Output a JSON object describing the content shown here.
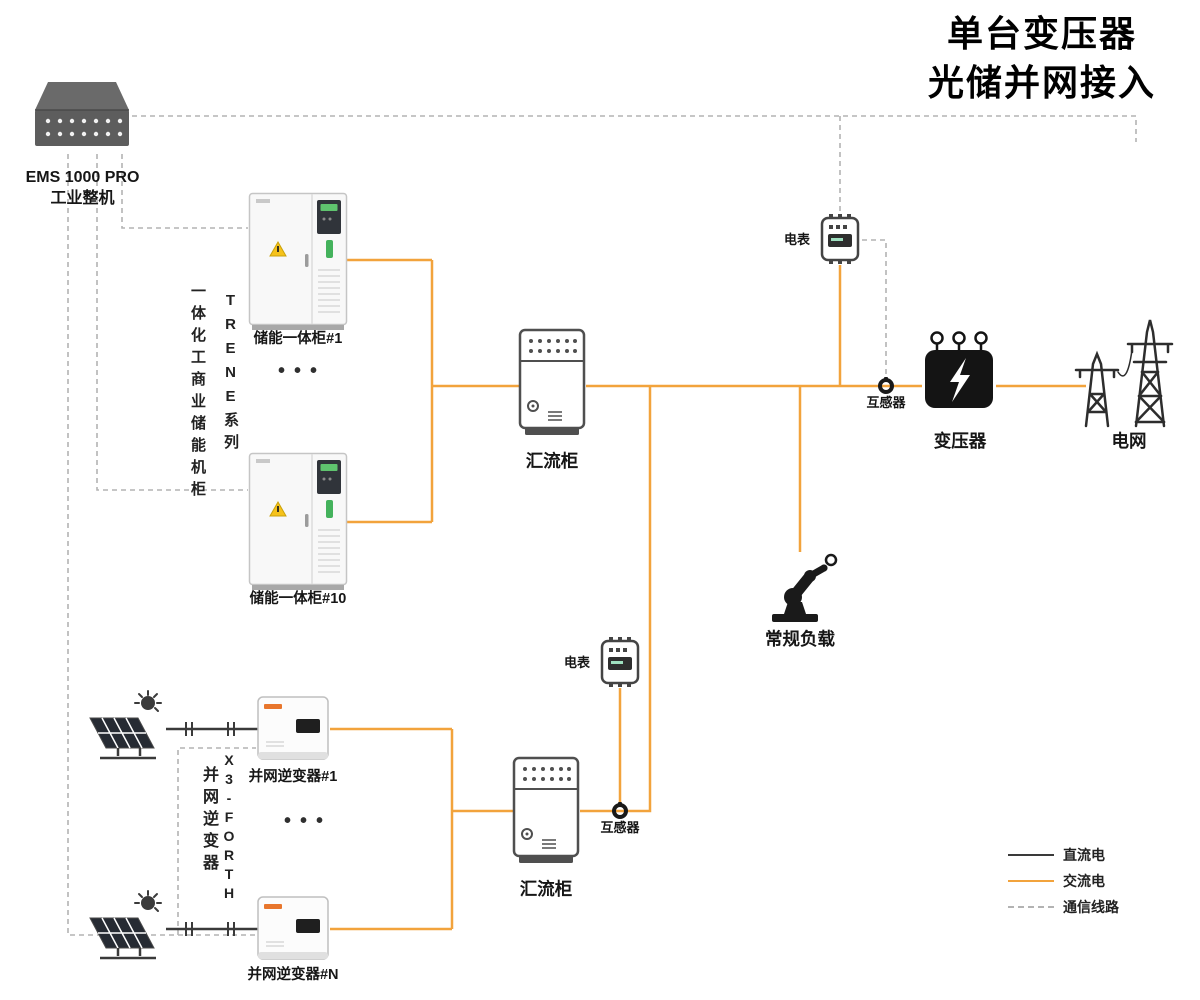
{
  "title": {
    "line1": "单台变压器",
    "line2": "光储并网接入"
  },
  "ems": {
    "name": "EMS 1000 PRO",
    "subtitle": "工业整机"
  },
  "storage": {
    "series_vertical_left": "一体化工商业储能机柜",
    "series_vertical_right": "TRENE系列",
    "cabinet_first": "储能一体柜#1",
    "cabinet_last": "储能一体柜#10"
  },
  "pv": {
    "series_vertical_left": "并网逆变器",
    "series_vertical_right": "X3-FORTH",
    "inverter_first": "并网逆变器#1",
    "inverter_last": "并网逆变器#N"
  },
  "combiner_top": "汇流柜",
  "combiner_bottom": "汇流柜",
  "meter_top": "电表",
  "meter_bottom": "电表",
  "ct_top": "互感器",
  "ct_bottom": "互感器",
  "transformer": "变压器",
  "grid": "电网",
  "load": "常规负载",
  "ellipsis": "•••",
  "legend": {
    "dc": "直流电",
    "ac": "交流电",
    "comm": "通信线路"
  },
  "colors": {
    "ac_line": "#F2A33C",
    "dc_line": "#3A3A3A",
    "comm_line": "#B3B3B3"
  }
}
